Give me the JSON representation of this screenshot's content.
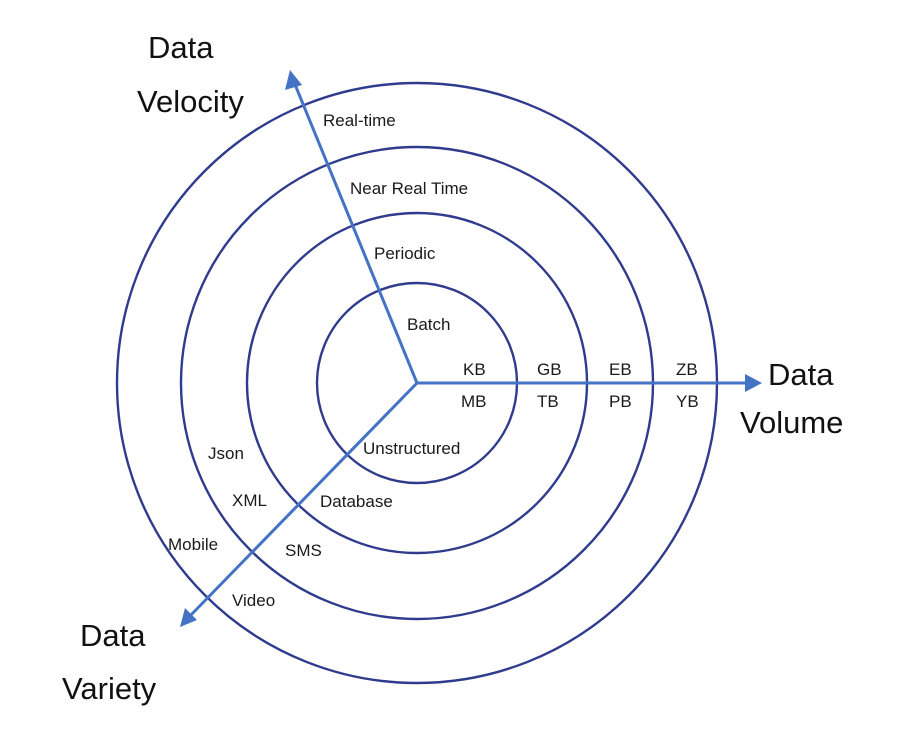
{
  "axes": {
    "velocity": {
      "title_line1": "Data",
      "title_line2": "Velocity"
    },
    "volume": {
      "title_line1": "Data",
      "title_line2": "Volume"
    },
    "variety": {
      "title_line1": "Data",
      "title_line2": "Variety"
    }
  },
  "velocity_levels": [
    "Batch",
    "Periodic",
    "Near Real Time",
    "Real-time"
  ],
  "volume_levels": [
    {
      "top": "KB",
      "bottom": "MB"
    },
    {
      "top": "GB",
      "bottom": "TB"
    },
    {
      "top": "EB",
      "bottom": "PB"
    },
    {
      "top": "ZB",
      "bottom": "YB"
    }
  ],
  "variety_levels": [
    {
      "right": "Unstructured"
    },
    {
      "left": "Json",
      "right": "Database"
    },
    {
      "left": "XML",
      "right": "SMS"
    },
    {
      "left": "Mobile",
      "right": "Video"
    }
  ],
  "colors": {
    "ring_stroke": "#2f3b8c",
    "axis_stroke": "#4472c4"
  }
}
